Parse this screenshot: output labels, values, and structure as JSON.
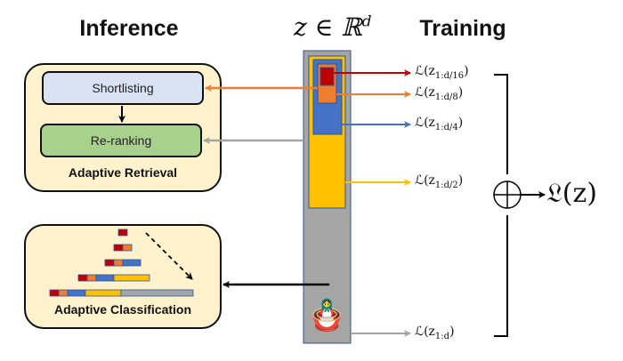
{
  "headings": {
    "inference": "Inference",
    "training": "Training",
    "representation": "z ∈ ℝ",
    "representation_superscript": "d"
  },
  "retrieval_panel": {
    "shortlisting_label": "Shortlisting",
    "reranking_label": "Re-ranking",
    "caption": "Adaptive Retrieval"
  },
  "classification_panel": {
    "caption": "Adaptive Classification",
    "bars": [
      [
        "red"
      ],
      [
        "red",
        "orange"
      ],
      [
        "red",
        "orange",
        "blue"
      ],
      [
        "red",
        "orange",
        "blue",
        "yellow"
      ],
      [
        "red",
        "orange",
        "blue",
        "yellow",
        "gray"
      ]
    ]
  },
  "nested_dimensions": [
    {
      "name": "d/16",
      "color": "#c00000"
    },
    {
      "name": "d/8",
      "color": "#ed7d31"
    },
    {
      "name": "d/4",
      "color": "#4472c4"
    },
    {
      "name": "d/2",
      "color": "#ffc000"
    },
    {
      "name": "d",
      "color": "#a5a5a5"
    }
  ],
  "losses": [
    {
      "prefix": "ℒ(z",
      "sub": "1:d/16",
      "suffix": ")"
    },
    {
      "prefix": "ℒ(z",
      "sub": "1:d/8",
      "suffix": ")"
    },
    {
      "prefix": "ℒ(z",
      "sub": "1:d/4",
      "suffix": ")"
    },
    {
      "prefix": "ℒ(z",
      "sub": "1:d/2",
      "suffix": ")"
    },
    {
      "prefix": "ℒ(z",
      "sub": "1:d",
      "suffix": ")"
    }
  ],
  "aggregate_loss": "𝔏(z)",
  "doll_icon": "🪆",
  "colors": {
    "red": "#c00000",
    "orange": "#ed7d31",
    "blue": "#4472c4",
    "yellow": "#ffc000",
    "gray": "#a5a5a5",
    "panel_bg": "#fff2cc",
    "shortlist_bg": "#dae3f3",
    "rerank_bg": "#a9d18e"
  }
}
